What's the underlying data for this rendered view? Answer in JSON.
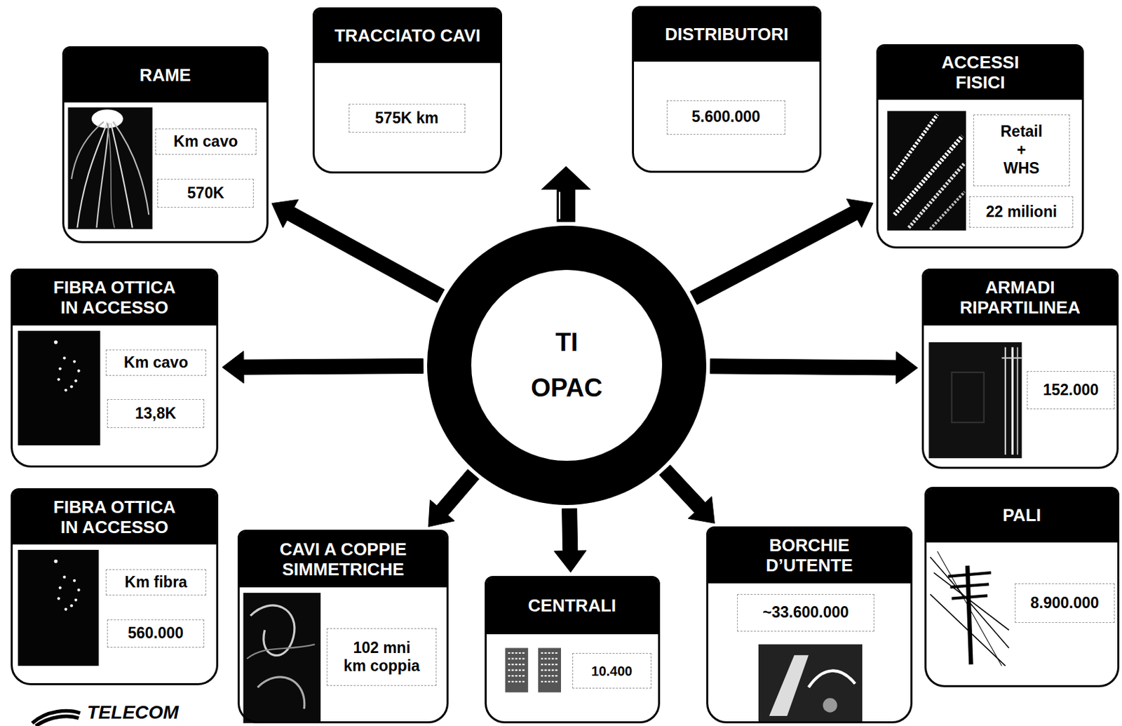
{
  "diagram": {
    "nodes": [
      {
        "text": [
          "TI OPAC"
        ]
      },
      {
        "text": [
          "RAME",
          "Km cavo",
          "570K"
        ]
      },
      {
        "text": [
          "TRACCIATO CAVI",
          "575K km"
        ]
      },
      {
        "text": [
          "DISTRIBUTORI",
          "5.600.000"
        ]
      },
      {
        "text": [
          "ACCESSI FISICI",
          "Retail + WHS",
          "22 milioni"
        ]
      },
      {
        "text": [
          "FIBRA OTTICA IN ACCESSO",
          "Km cavo",
          "13,8K"
        ]
      },
      {
        "text": [
          "ARMADI RIPARTILINEA",
          "152.000"
        ]
      },
      {
        "text": [
          "FIBRA OTTICA IN ACCESSO",
          "Km fibra",
          "560.000"
        ]
      },
      {
        "text": [
          "PALI",
          "8.900.000"
        ]
      },
      {
        "text": [
          "CAVI A COPPIE SIMMETRICHE",
          "102 mni km coppia"
        ]
      },
      {
        "text": [
          "CENTRALI",
          "10.400"
        ]
      },
      {
        "text": [
          "BORCHIE D’UTENTE",
          "~33.600.000"
        ]
      }
    ],
    "edges": [
      {
        "from": 0,
        "to": 1,
        "arrow": "to"
      },
      {
        "from": 0,
        "to": 4,
        "arrow": "to"
      },
      {
        "from": 0,
        "to": 5,
        "arrow": "to"
      },
      {
        "from": 0,
        "to": 6,
        "arrow": "to"
      },
      {
        "from": 0,
        "to": 9,
        "arrow": "to"
      },
      {
        "from": 0,
        "to": 10,
        "arrow": "to"
      },
      {
        "from": 0,
        "to": 11,
        "arrow": "to"
      }
    ],
    "labels": [
      "TELECOM"
    ]
  }
}
